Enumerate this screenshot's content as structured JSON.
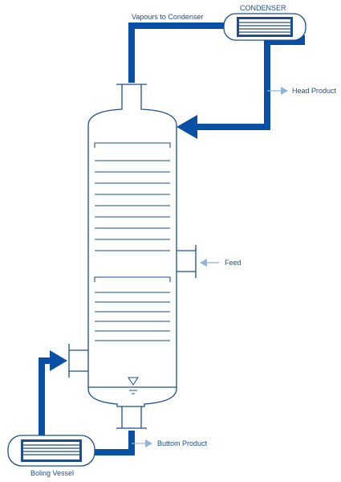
{
  "labels": {
    "vapours": "Vapours to Condenser",
    "condenser": "CONDENSER",
    "head_product": "Head Product",
    "feed": "Feed",
    "buttom_product": "Buttom Product",
    "boiling_vessel": "Boling Vessel"
  },
  "colors": {
    "line": "#1d4e8d",
    "pipe": "#0a4fa6",
    "light_arrow": "#8fb3da",
    "background": "#ffffff"
  },
  "icons": {
    "liquid_level": "liquid-level-icon",
    "condenser": "heat-exchanger-icon",
    "reboiler": "heat-exchanger-icon"
  }
}
